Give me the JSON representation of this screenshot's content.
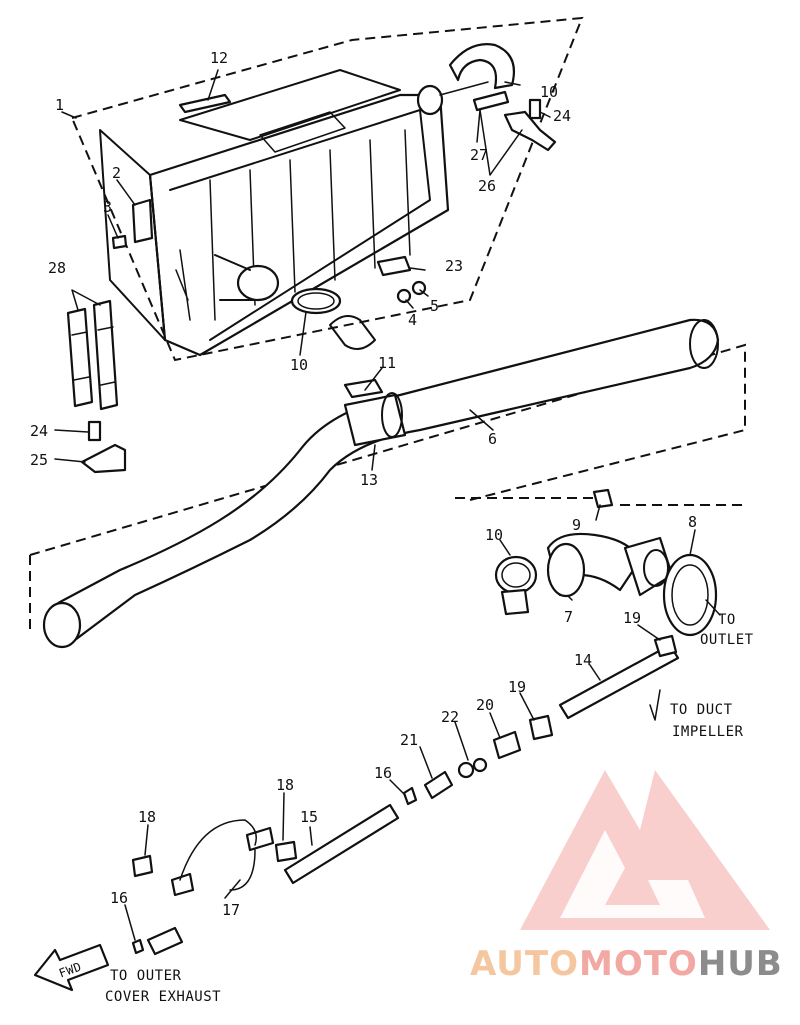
{
  "callouts": {
    "c1": "1",
    "c2": "2",
    "c3": "3",
    "c4": "4",
    "c5": "5",
    "c6": "6",
    "c7": "7",
    "c8": "8",
    "c9": "9",
    "c10a": "10",
    "c10b": "10",
    "c10c": "10",
    "c11": "11",
    "c12": "12",
    "c13": "13",
    "c14": "14",
    "c15": "15",
    "c16a": "16",
    "c16b": "16",
    "c17": "17",
    "c18a": "18",
    "c18b": "18",
    "c19a": "19",
    "c19b": "19",
    "c20": "20",
    "c21": "21",
    "c22": "22",
    "c23": "23",
    "c24a": "24",
    "c24b": "24",
    "c25": "25",
    "c26": "26",
    "c27": "27",
    "c28": "28"
  },
  "notes": {
    "to_outlet_1": "TO",
    "to_outlet_2": "OUTLET",
    "to_duct_1": "TO DUCT",
    "to_duct_2": "IMPELLER",
    "to_outer_1": "TO OUTER",
    "to_outer_2": "COVER EXHAUST",
    "fwd": "FWD"
  },
  "watermark": {
    "part1": "AUTO",
    "part2": "MOTO",
    "part3": "HUB",
    "color_auto": "#f4c7a0",
    "color_moto": "#f2a8a3",
    "color_hub": "#8c8c8c",
    "logo_color": "#f2a8a3"
  }
}
